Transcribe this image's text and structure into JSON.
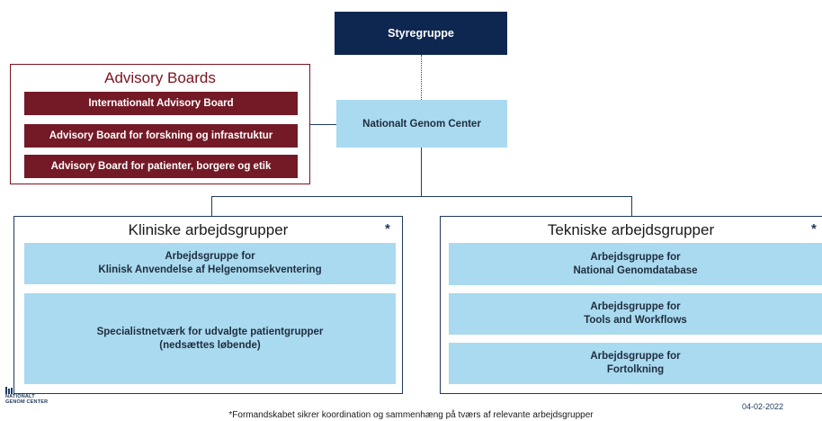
{
  "top": {
    "label": "Styregruppe"
  },
  "advisory": {
    "title": "Advisory Boards",
    "items": [
      "Internationalt Advisory Board",
      "Advisory Board for forskning og infrastruktur",
      "Advisory Board for patienter, borgere og etik"
    ]
  },
  "center": {
    "label": "Nationalt Genom Center"
  },
  "clinical": {
    "title": "Kliniske arbejdsgrupper",
    "asterisk": "*",
    "boxes": [
      {
        "line1": "Arbejdsgruppe for",
        "line2": "Klinisk Anvendelse af Helgenomsekventering"
      },
      {
        "line1": "Specialistnetværk for udvalgte patientgrupper",
        "line2": "(nedsættes løbende)"
      }
    ]
  },
  "technical": {
    "title": "Tekniske arbejdsgrupper",
    "asterisk": "*",
    "boxes": [
      {
        "line1": "Arbejdsgruppe for",
        "line2": "National Genomdatabase"
      },
      {
        "line1": "Arbejdsgruppe for",
        "line2": "Tools and Workflows"
      },
      {
        "line1": "Arbejdsgruppe for",
        "line2": "Fortolkning"
      }
    ]
  },
  "footer": {
    "logo_line1": "NATIONALT",
    "logo_line2": "GENOM CENTER",
    "date": "04-02-2022",
    "footnote": "*Formandskabet sikrer koordination og sammenhæng på tværs af relevante arbejdsgrupper"
  },
  "colors": {
    "navy": "#0e2750",
    "maroon": "#731a26",
    "light_blue": "#a9daf0",
    "line": "#1f3a60"
  }
}
